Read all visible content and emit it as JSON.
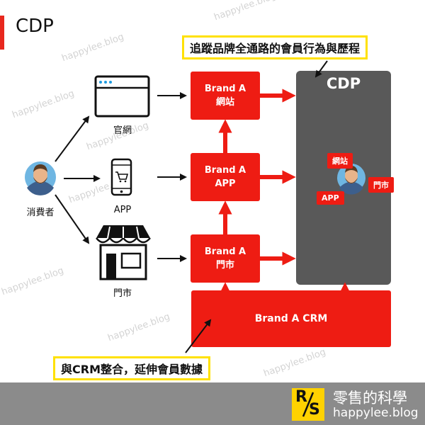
{
  "page_title": "CDP",
  "consumer_label": "消費者",
  "channels": [
    {
      "label": "官網",
      "icon": "browser-window-icon"
    },
    {
      "label": "APP",
      "icon": "smartphone-cart-icon"
    },
    {
      "label": "門市",
      "icon": "storefront-icon"
    }
  ],
  "brand_boxes": [
    "Brand A\n網站",
    "Brand A\nAPP",
    "Brand A\n門市"
  ],
  "crm_label": "Brand A CRM",
  "cdp": {
    "title": "CDP",
    "tags": [
      "網站",
      "門市",
      "APP"
    ]
  },
  "notes": {
    "top": "追蹤品牌全通路的會員行為與歷程",
    "bottom": "與CRM整合，延伸會員數據"
  },
  "watermark": "happylee.blog",
  "footer": {
    "logo_top": "R",
    "logo_bottom": "S",
    "name": "零售的科學",
    "site": "happylee.blog"
  },
  "colors": {
    "accent": "#ee1c13",
    "panel": "#595959",
    "note_border": "#ffe100",
    "footer": "#8b8b8b",
    "logo_bg": "#ffd200"
  }
}
